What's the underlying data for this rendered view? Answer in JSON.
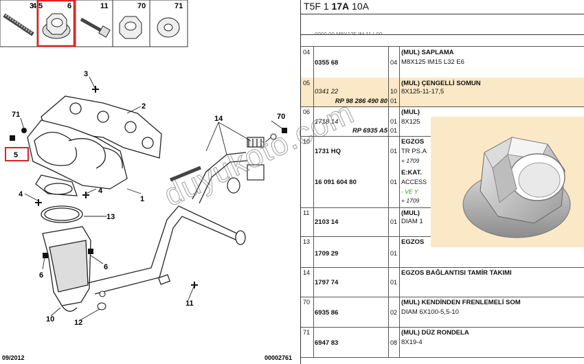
{
  "diagram": {
    "thumbnails": [
      {
        "label": "3",
        "selected": false
      },
      {
        "label": "4",
        "selected": false
      },
      {
        "label": "5",
        "selected": true
      },
      {
        "label": "6",
        "selected": false
      },
      {
        "label": "11",
        "selected": false
      },
      {
        "label": "70",
        "selected": false
      },
      {
        "label": "71",
        "selected": false
      }
    ],
    "callouts": [
      "3",
      "2",
      "71",
      "5",
      "70",
      "14",
      "4",
      "1",
      "4",
      "13",
      "6",
      "6",
      "10",
      "12",
      "11",
      "11"
    ],
    "footer_date": "09/2012",
    "footer_code": "00002761"
  },
  "panel": {
    "title_pre": "T5F 1 ",
    "title_bold": "17A",
    "title_post": " 10A",
    "top_partial": "0000 00        M8X125 IM 11 L00",
    "rows": [
      {
        "num": "04",
        "ref": "0355 68",
        "qty": "04",
        "name": "(MUL) SAPLAMA",
        "spec": "M8X125 IM15 L32 E6",
        "highlight": false
      },
      {
        "num": "05",
        "ref": "0341 22",
        "ref2": "RP 98 286 490 80",
        "qty": "10",
        "qty2": "01",
        "name": "(MUL) ÇENGELLİ SOMUN",
        "spec": "8X125-11-17,5",
        "highlight": true
      },
      {
        "num": "06",
        "ref": "1718 14",
        "ref2": "RP 6935 A5",
        "qty": "01",
        "qty2": "01",
        "name": "(MUL)",
        "spec": "8X125",
        "highlight": false
      },
      {
        "num": "10",
        "ref": "1731 HQ",
        "ref_b": "16 091 604 80",
        "qty": "01",
        "qty_b": "01",
        "name": "EGZOS",
        "spec": "TR PS.A",
        "extra1": "+ 1709",
        "name_b": "E:KAT.",
        "spec_b": "ACCESS",
        "extra2": "- VE Y",
        "extra3": "+ 1709",
        "highlight": false
      },
      {
        "num": "11",
        "ref": "2103 14",
        "qty": "01",
        "name": "(MUL)",
        "spec": "DIAM 1",
        "highlight": false
      },
      {
        "num": "13",
        "ref": "1709 29",
        "qty": "01",
        "name": "EGZOS",
        "spec": "",
        "highlight": false
      },
      {
        "num": "14",
        "ref": "1797 74",
        "qty": "01",
        "name": "EGZOS BAĞLANTISI TAMİR TAKIMI",
        "spec": "",
        "highlight": false
      },
      {
        "num": "70",
        "ref": "6935 86",
        "qty": "02",
        "name": "(MUL) KENDİNDEN FRENLEMELİ SOM",
        "spec": "DIAM 6X100-5,5-10",
        "highlight": false
      },
      {
        "num": "71",
        "ref": "6947 83",
        "qty": "08",
        "name": "(MUL) DÜZ RONDELA",
        "spec": "8X19-4",
        "highlight": false
      }
    ]
  },
  "watermark": "duyukoto.com",
  "colors": {
    "highlight": "#fbe8c6",
    "select_border": "#e02020",
    "green_text": "#2a9a2a"
  }
}
